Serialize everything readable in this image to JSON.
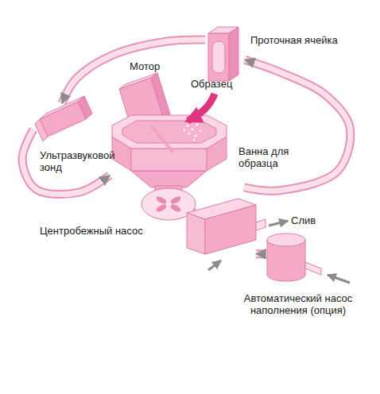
{
  "diagram": {
    "nodes": [
      {
        "text": [
          "Проточная ячейка"
        ]
      },
      {
        "text": [
          "Мотор"
        ]
      },
      {
        "text": [
          "Ультразвуковой зонд"
        ]
      },
      {
        "text": [
          "Ванна для образца"
        ]
      },
      {
        "text": [
          "Центробежный насос"
        ]
      },
      {
        "text": [
          "Автоматический насос наполнения (опция)"
        ]
      }
    ],
    "edges": [
      {
        "from": 0,
        "to": 2,
        "arrow": "to"
      },
      {
        "from": 2,
        "to": 3,
        "arrow": "to"
      },
      {
        "from": 4,
        "to": 0,
        "arrow": "to"
      },
      {
        "from": 5,
        "to": 4,
        "arrow": "to"
      }
    ],
    "labels": [
      "Образец",
      "Слив"
    ]
  }
}
